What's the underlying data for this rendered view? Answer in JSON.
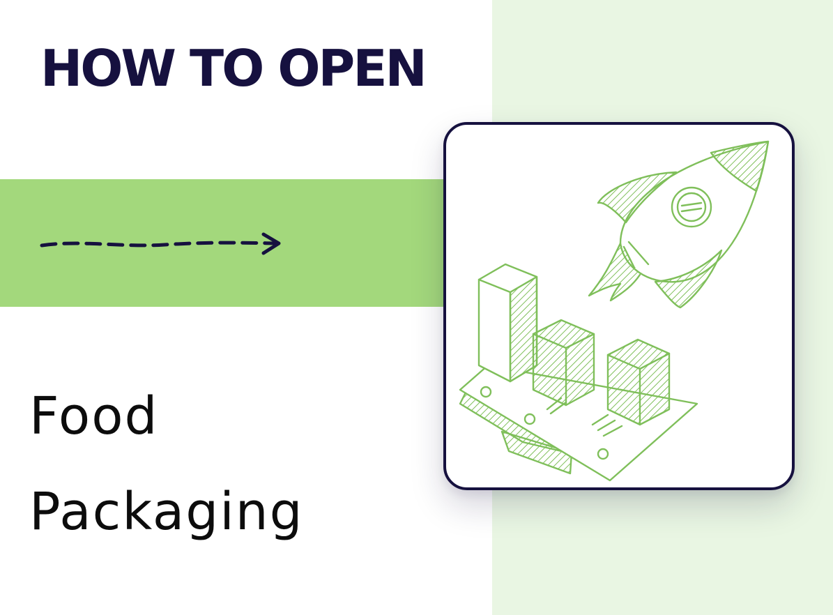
{
  "headline": "HOW TO OPEN",
  "subtitle_line1": "Food",
  "subtitle_line2": "Packaging",
  "colors": {
    "navy": "#16113f",
    "green_band": "#a3d87c",
    "panel_bg": "#e9f6e3",
    "sketch_green": "#7fbf5a"
  },
  "icons": {
    "arrow": "dashed-arrow-icon",
    "illustration": "rocket-growth-illustration"
  }
}
